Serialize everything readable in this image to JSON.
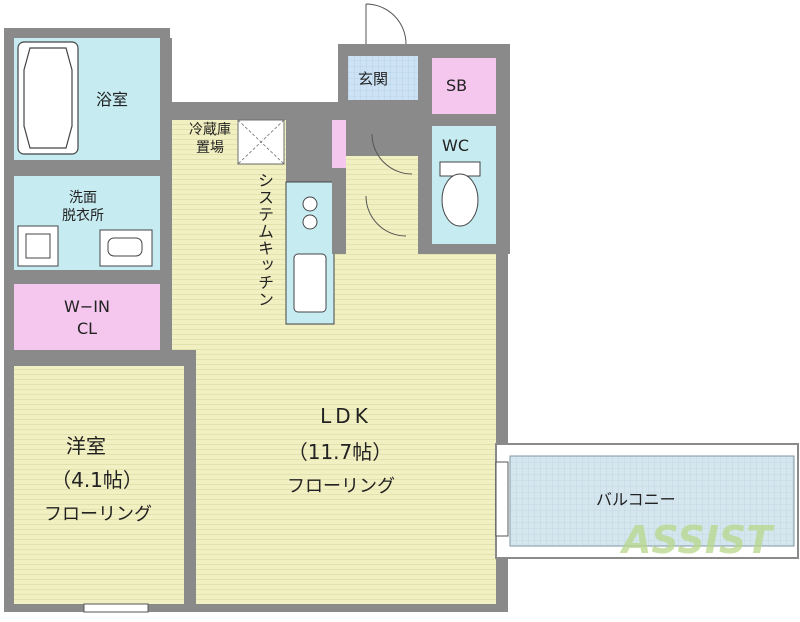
{
  "rooms": {
    "bath": "浴室",
    "washroom": "洗面\n脱衣所",
    "walk_in_closet": "W−IN\nCL",
    "western_room": {
      "name": "洋室",
      "size": "（4.1帖）",
      "floor": "フローリング"
    },
    "ldk": {
      "name": "LDK",
      "size": "（11.7帖）",
      "floor": "フローリング"
    },
    "fridge_space": "冷蔵庫\n置場",
    "kitchen": "システムキッチン",
    "entrance": "玄関",
    "shoe_box": "SB",
    "toilet": "WC",
    "balcony": "バルコニー"
  },
  "watermark": {
    "text": "ASSIST"
  },
  "colors": {
    "wall": "#8a8a8a",
    "wet_area": "#c6ecf2",
    "closet": "#f5c6ee",
    "flooring": "#f1f0c2",
    "entrance": "#cde3f5",
    "balcony": "#d5e6ef",
    "watermark": "#b8d88a"
  }
}
